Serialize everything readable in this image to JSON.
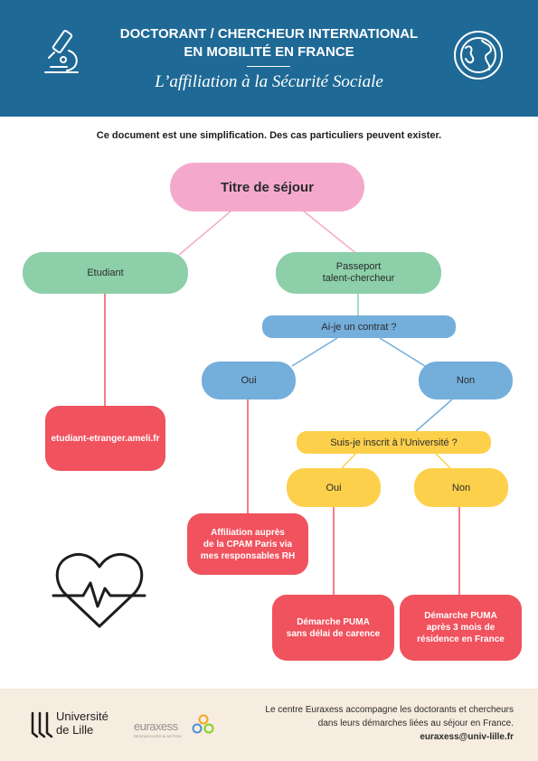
{
  "header": {
    "title_line1": "DOCTORANT / CHERCHEUR INTERNATIONAL",
    "title_line2": "EN MOBILITÉ EN FRANCE",
    "subtitle": "L’affiliation à la Sécurité Sociale"
  },
  "note": "Ce document est une simplification. Des cas particuliers peuvent exister.",
  "flow": {
    "root": "Titre de séjour",
    "etudiant": "Etudiant",
    "passeport_line1": "Passeport",
    "passeport_line2": "talent-chercheur",
    "contrat_question": "Ai-je un contrat ?",
    "contrat_oui": "Oui",
    "contrat_non": "Non",
    "etudiant_link": "etudiant-etranger.ameli.fr",
    "cpam_line1": "Affiliation auprès",
    "cpam_line2": "de la CPAM Paris via",
    "cpam_line3": "mes responsables RH",
    "univ_question": "Suis-je inscrit à l’Université ?",
    "univ_oui": "Oui",
    "univ_non": "Non",
    "puma_oui_line1": "Démarche PUMA",
    "puma_oui_line2": "sans délai de carence",
    "puma_non_line1": "Démarche PUMA",
    "puma_non_line2": "après 3 mois de",
    "puma_non_line3": "résidence en France"
  },
  "footer": {
    "text_line1": "Le centre Euraxess accompagne les doctorants et chercheurs",
    "text_line2": "dans leurs démarches liées au séjour en France.",
    "email": "euraxess@univ-lille.fr",
    "univ_line1": "Université",
    "univ_line2": "de Lille",
    "euraxess_logo": "euraxess",
    "euraxess_tagline": "RESEARCHERS IN MOTION"
  },
  "colors": {
    "header_bg": "#1f6996",
    "pink": "#f4a9cc",
    "green": "#8ccfa9",
    "blue": "#74aedb",
    "yellow": "#fdd04b",
    "red": "#f0525e",
    "footer_bg": "#f6ecdf"
  },
  "icons": [
    "microscope-icon",
    "globe-icon",
    "heart-pulse-icon",
    "university-lille-logo",
    "euraxess-logo"
  ]
}
